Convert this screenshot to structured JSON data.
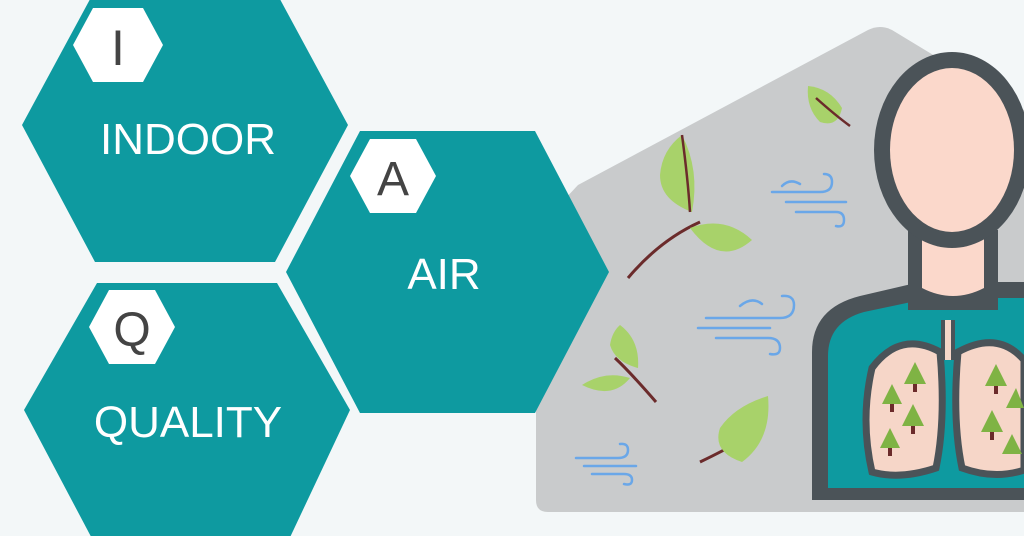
{
  "hexagons": [
    {
      "letter": "I",
      "word": "INDOOR"
    },
    {
      "letter": "A",
      "word": "AIR"
    },
    {
      "letter": "Q",
      "word": "QUALITY"
    }
  ],
  "colors": {
    "background": "#f3f7f8",
    "teal": "#0e9aa0",
    "badge": "#ffffff",
    "badge_text": "#444444",
    "word_text": "#ffffff",
    "house": "#c9cbcc",
    "leaf": "#a8d26a",
    "leaf_dark": "#7fb344",
    "stem": "#6b2b2b",
    "wind": "#6aa7e8",
    "person_outline": "#4b5358",
    "skin": "#fbd8cb",
    "shirt": "#0e9aa0",
    "lung": "#f6d6c8",
    "tree": "#7fb344"
  },
  "icons": [
    "leaf-icon",
    "wind-icon",
    "person-icon",
    "lungs-icon",
    "tree-icon",
    "house-shape"
  ]
}
